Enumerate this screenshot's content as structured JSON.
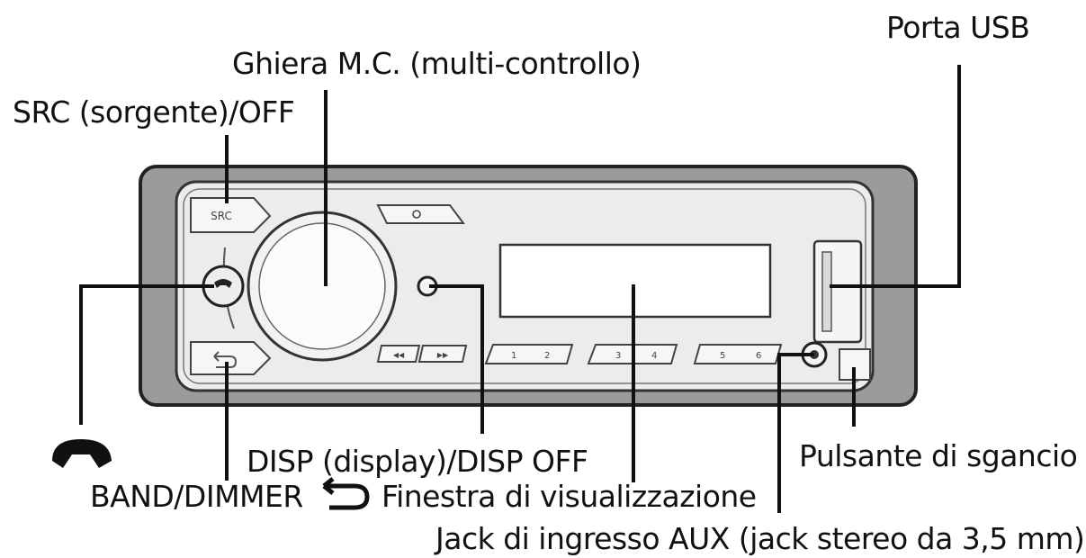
{
  "labels": {
    "usb_port": "Porta USB",
    "mc_dial": "Ghiera M.C. (multi-controllo)",
    "src_off": "SRC (sorgente)/OFF",
    "disp": "DISP (display)/DISP OFF",
    "release": "Pulsante di sgancio",
    "band_dimmer": "BAND/DIMMER",
    "display_window": "Finestra di visualizzazione",
    "aux_jack": "Jack di ingresso AUX (jack stereo da 3,5 mm)"
  },
  "buttons": {
    "src": "SRC",
    "search": "Q",
    "prev": "◀◀",
    "next": "▶▶",
    "preset_1": "1",
    "preset_2": "2",
    "preset_3": "3",
    "preset_4": "4",
    "preset_5": "5",
    "preset_6": "6"
  },
  "icons": {
    "phone": "phone-icon",
    "back": "back-arrow-icon",
    "usb": "usb-slot-icon"
  }
}
